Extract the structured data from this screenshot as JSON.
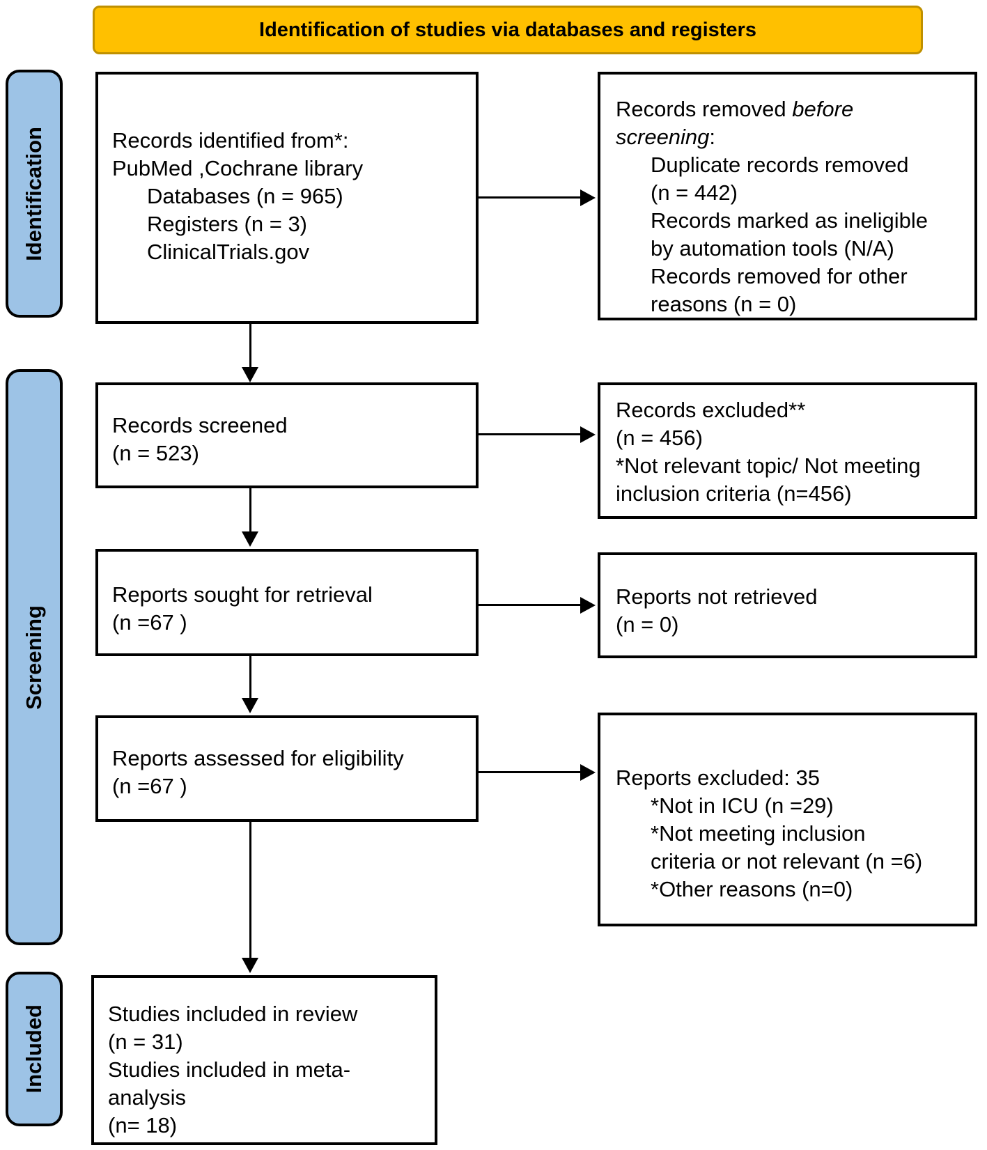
{
  "header": {
    "title": "Identification of studies via databases and registers"
  },
  "colors": {
    "header_bg": "#FFC000",
    "header_border": "#BF9000",
    "sidebar_bg": "#9DC3E6",
    "box_border": "#000000"
  },
  "sidebar": {
    "items": [
      {
        "id": "identification",
        "label": "Identification"
      },
      {
        "id": "screening",
        "label": "Screening"
      },
      {
        "id": "included",
        "label": "Included"
      }
    ]
  },
  "flow": {
    "records_identified": {
      "lines_flush": [
        "Records identified from*:",
        "PubMed ,Cochrane library"
      ],
      "lines_indent": [
        "Databases (n = 965)",
        "Registers (n = 3)",
        "ClinicalTrials.gov"
      ]
    },
    "records_removed": {
      "l1_normal": "Records removed ",
      "l1_italic": "before",
      "l2_italic": "screening",
      "l2_normal": ":",
      "items": [
        "Duplicate records removed",
        "(n = 442)",
        "Records marked as ineligible",
        "by automation tools (N/A)",
        "Records removed for other",
        "reasons (n = 0)"
      ]
    },
    "records_screened": {
      "lines": [
        "Records screened",
        "(n = 523)"
      ]
    },
    "records_excluded": {
      "lines": [
        "Records excluded**",
        "(n = 456)",
        "*Not relevant topic/ Not meeting",
        "inclusion criteria (n=456)"
      ]
    },
    "reports_sought": {
      "lines": [
        "Reports sought for retrieval",
        "(n =67 )"
      ]
    },
    "reports_not_retrieved": {
      "lines": [
        "Reports not retrieved",
        "(n = 0)"
      ]
    },
    "reports_assessed": {
      "lines": [
        "Reports assessed for eligibility",
        "(n =67 )"
      ]
    },
    "reports_excluded": {
      "line1": "Reports excluded: 35",
      "items": [
        "*Not in ICU (n =29)",
        "*Not meeting inclusion",
        "criteria or not relevant (n =6)",
        "*Other reasons (n=0)"
      ]
    },
    "studies_included": {
      "lines": [
        "Studies included in review",
        "(n = 31)",
        "Studies included in meta-",
        "analysis",
        "(n= 18)"
      ]
    }
  }
}
